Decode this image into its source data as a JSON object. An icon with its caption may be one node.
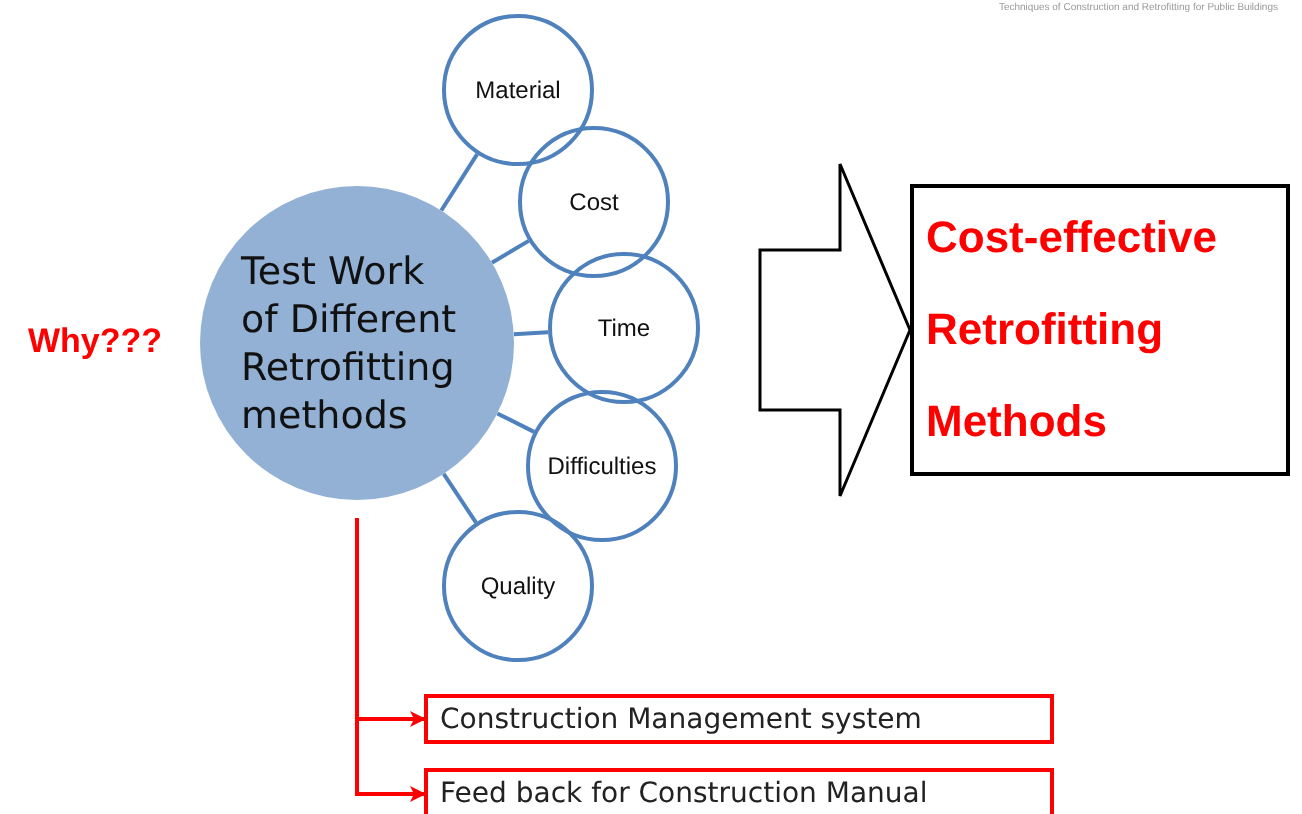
{
  "diagram": {
    "nodes": [
      {
        "text": [
          "Test Work of Different Retrofitting methods"
        ]
      },
      {
        "text": [
          "Material"
        ]
      },
      {
        "text": [
          "Cost"
        ]
      },
      {
        "text": [
          "Time"
        ]
      },
      {
        "text": [
          "Difficulties"
        ]
      },
      {
        "text": [
          "Quality"
        ]
      },
      {
        "text": [
          "Cost-effective Retrofitting Methods"
        ]
      },
      {
        "text": [
          "Construction Management system"
        ]
      },
      {
        "text": [
          "Feed back for Construction Manual"
        ]
      }
    ],
    "edges": [
      {
        "from": 0,
        "to": 1,
        "arrow": "none"
      },
      {
        "from": 0,
        "to": 2,
        "arrow": "none"
      },
      {
        "from": 0,
        "to": 3,
        "arrow": "none"
      },
      {
        "from": 0,
        "to": 4,
        "arrow": "none"
      },
      {
        "from": 0,
        "to": 5,
        "arrow": "none"
      },
      {
        "from": null,
        "to": 6,
        "arrow": "to",
        "style": "thick",
        "color": "#000000"
      },
      {
        "from": 0,
        "to": 7,
        "arrow": "to",
        "color": "#ff0000"
      },
      {
        "from": 0,
        "to": 8,
        "arrow": "to",
        "color": "#ff0000"
      }
    ],
    "labels": [
      "Techniques of Construction and Retrofitting for Public Buildings",
      "Why???"
    ]
  }
}
